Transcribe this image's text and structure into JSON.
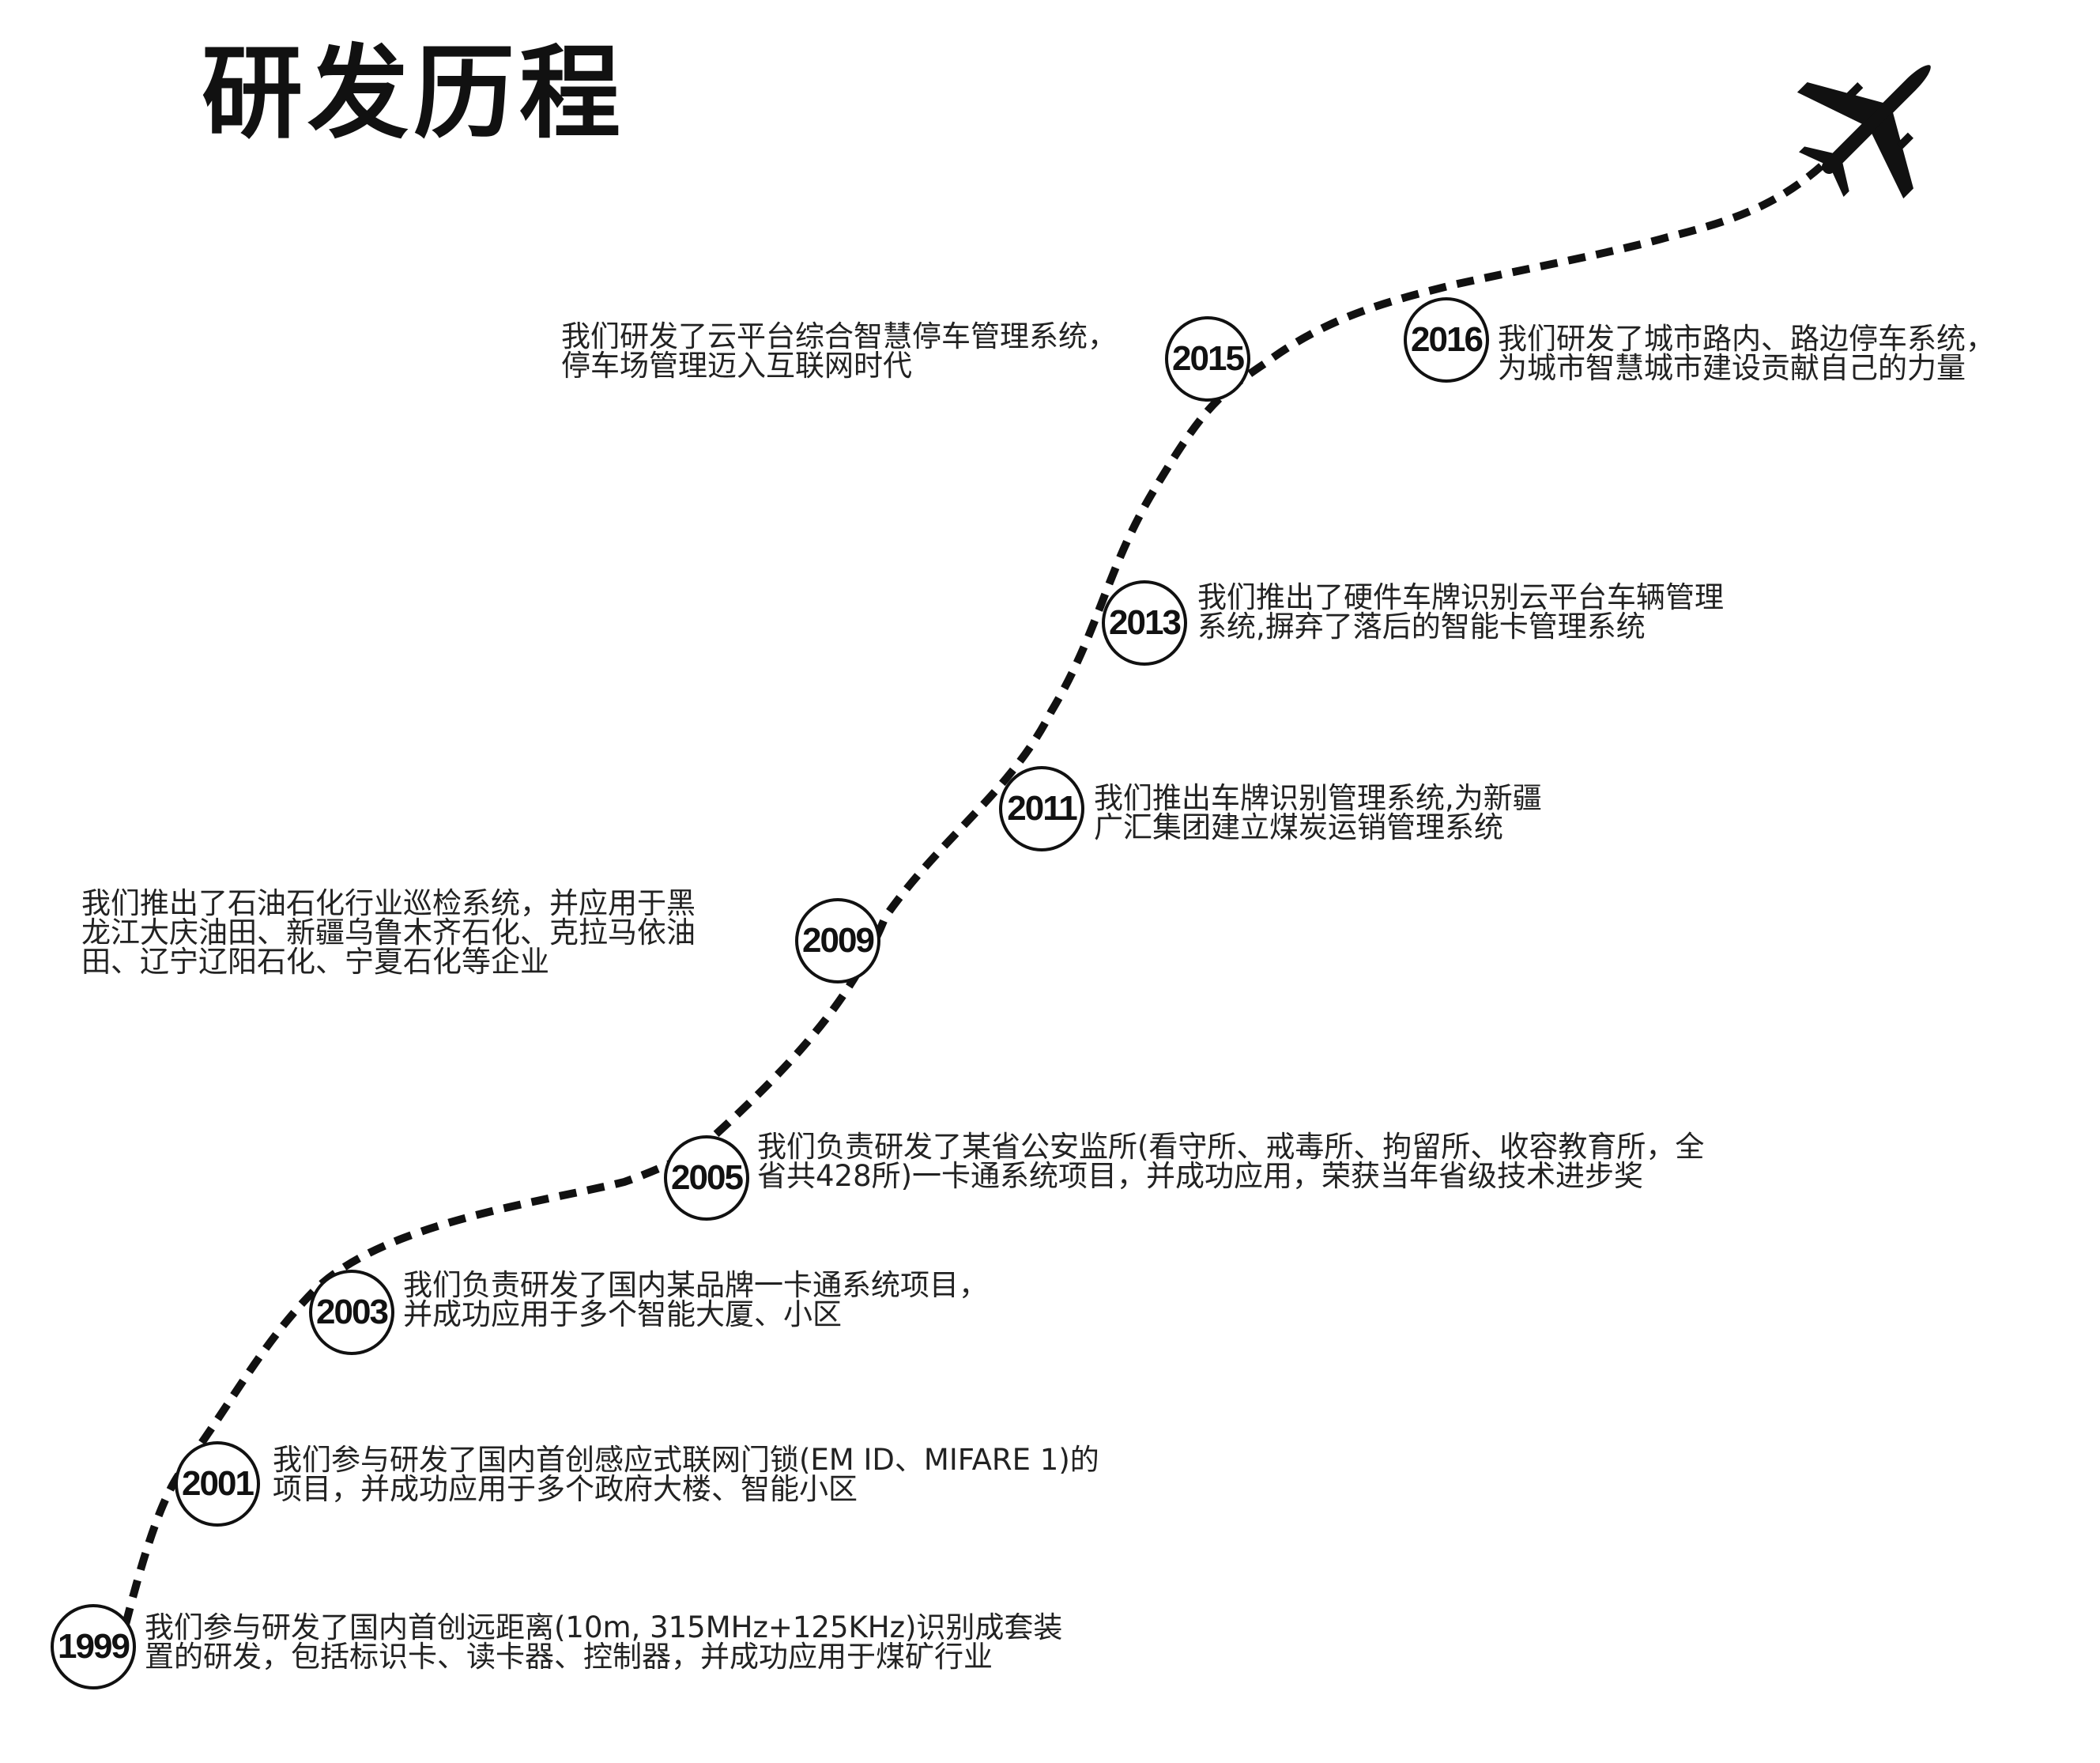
{
  "title": "研发历程",
  "colors": {
    "line": "#111111",
    "text": "#222222",
    "background": "#ffffff"
  },
  "icons": {
    "end": "airplane-icon"
  },
  "milestones": [
    {
      "year": "1999",
      "lines": [
        "我们参与研发了国内首创远距离(10m, 315MHz+125KHz)识别成套装",
        "置的研发，包括标识卡、读卡器、控制器，并成功应用于煤矿行业"
      ]
    },
    {
      "year": "2001",
      "lines": [
        "我们参与研发了国内首创感应式联网门锁(EM ID、MIFARE 1)的",
        "项目，并成功应用于多个政府大楼、智能小区"
      ]
    },
    {
      "year": "2003",
      "lines": [
        "我们负责研发了国内某品牌一卡通系统项目，",
        "并成功应用于多个智能大厦、小区"
      ]
    },
    {
      "year": "2005",
      "lines": [
        "我们负责研发了某省公安监所(看守所、戒毒所、拘留所、收容教育所，全",
        "省共428所)一卡通系统项目，并成功应用，荣获当年省级技术进步奖"
      ]
    },
    {
      "year": "2009",
      "lines": [
        "我们推出了石油石化行业巡检系统，并应用于黑",
        "龙江大庆油田、新疆乌鲁木齐石化、克拉马依油",
        "田、辽宁辽阳石化、宁夏石化等企业"
      ]
    },
    {
      "year": "2011",
      "lines": [
        "我们推出车牌识别管理系统,为新疆",
        "广汇集团建立煤炭运销管理系统"
      ]
    },
    {
      "year": "2013",
      "lines": [
        "我们推出了硬件车牌识别云平台车辆管理",
        "系统,摒弃了落后的智能卡管理系统"
      ]
    },
    {
      "year": "2015",
      "lines": [
        "我们研发了云平台综合智慧停车管理系统，",
        "停车场管理迈入互联网时代"
      ]
    },
    {
      "year": "2016",
      "lines": [
        "我们研发了城市路内、路边停车系统，",
        "为城市智慧城市建设贡献自己的力量"
      ]
    }
  ]
}
